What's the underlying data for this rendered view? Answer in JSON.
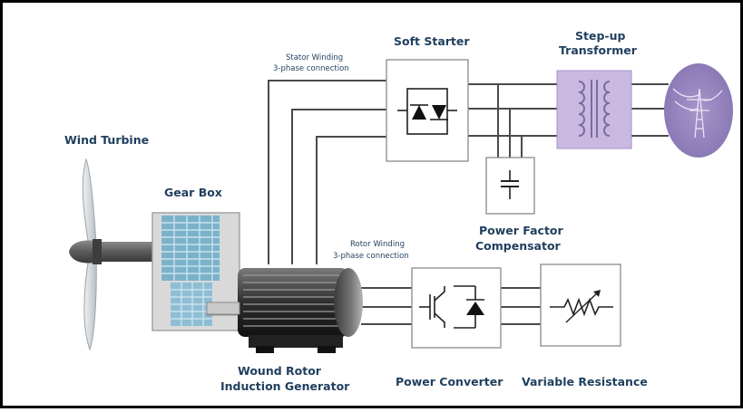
{
  "labels": {
    "wind_turbine": "Wind Turbine",
    "gear_box": "Gear Box",
    "soft_starter": "Soft Starter",
    "step_up_line1": "Step-up",
    "step_up_line2": "Transformer",
    "stator_line1": "Stator Winding",
    "stator_line2": "3-phase connection",
    "rotor_line1": "Rotor Winding",
    "rotor_line2": "3-phase connection",
    "pfc_line1": "Power Factor",
    "pfc_line2": "Compensator",
    "gen_line1": "Wound Rotor",
    "gen_line2": "Induction Generator",
    "power_converter": "Power Converter",
    "variable_resistance": "Variable Resistance"
  },
  "colors": {
    "label_text": "#1f3f5e",
    "gearbox_blue": "#6fa8c4",
    "transformer_purple": "#c4b2dd",
    "grid_purple": "#9583bf",
    "border": "#000000"
  }
}
